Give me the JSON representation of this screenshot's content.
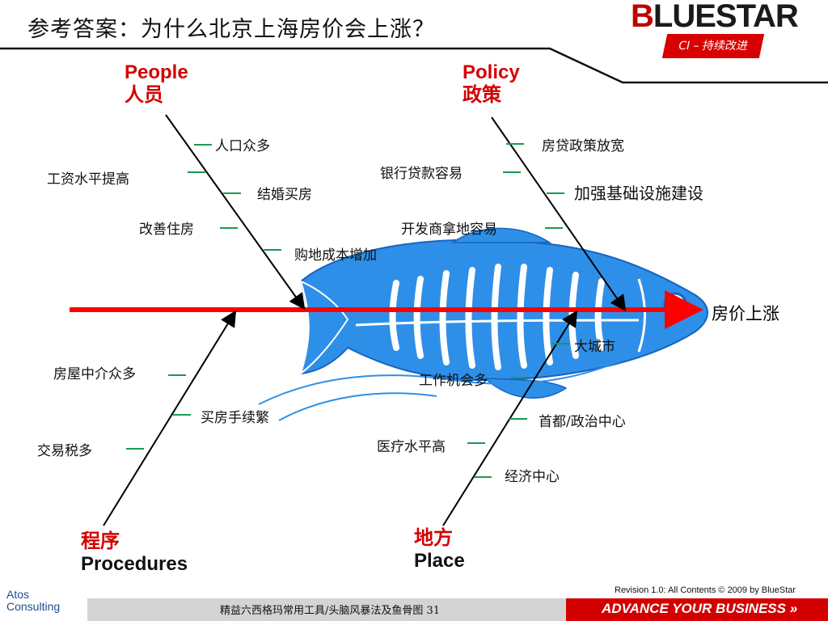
{
  "title": "参考答案：为什么北京上海房价会上涨？",
  "logo": {
    "brand_first": "B",
    "brand_rest": "LUESTAR",
    "badge": "CI – 持续改进"
  },
  "effect": "房价上涨",
  "categories": {
    "people": {
      "en": "People",
      "zh": "人员"
    },
    "policy": {
      "en": "Policy",
      "zh": "政策"
    },
    "procedures": {
      "zh": "程序",
      "en": "Procedures"
    },
    "place": {
      "zh": "地方",
      "en": "Place"
    }
  },
  "causes": {
    "people": [
      "人口众多",
      "工资水平提高",
      "结婚买房",
      "改善住房",
      "购地成本增加"
    ],
    "policy": [
      "房贷政策放宽",
      "银行贷款容易",
      "加强基础设施建设",
      "开发商拿地容易"
    ],
    "procedures": [
      "房屋中介众多",
      "买房手续繁",
      "交易税多"
    ],
    "place": [
      "大城市",
      "工作机会多",
      "首都/政治中心",
      "医疗水平高",
      "经济中心"
    ]
  },
  "footer": {
    "caption": "精益六西格玛常用工具/头脑风暴法及鱼骨图  31",
    "revision": "Revision 1.0: All Contents © 2009 by BlueStar",
    "slogan": "ADVANCE YOUR BUSINESS »",
    "company_line1": "Atos",
    "company_line2": "Consulting"
  },
  "colors": {
    "spine": "#ff0000",
    "fish_body": "#2e8fe8",
    "fish_stripe": "#ffffff",
    "bone_lines": "#000000",
    "dash": "#1a9a52",
    "accent_red": "#d40000"
  }
}
